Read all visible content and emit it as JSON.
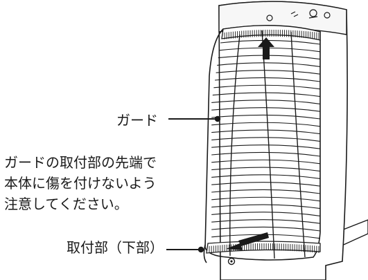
{
  "labels": {
    "guard": "ガード",
    "note_lines": [
      "ガードの取付部の先端で",
      "本体に傷を付けないよう",
      "注意してください。"
    ],
    "mount": "取付部（下部）"
  },
  "colors": {
    "line": "#1a1a1a",
    "light_line": "#6b6b6b",
    "body_fill": "#ffffff"
  }
}
